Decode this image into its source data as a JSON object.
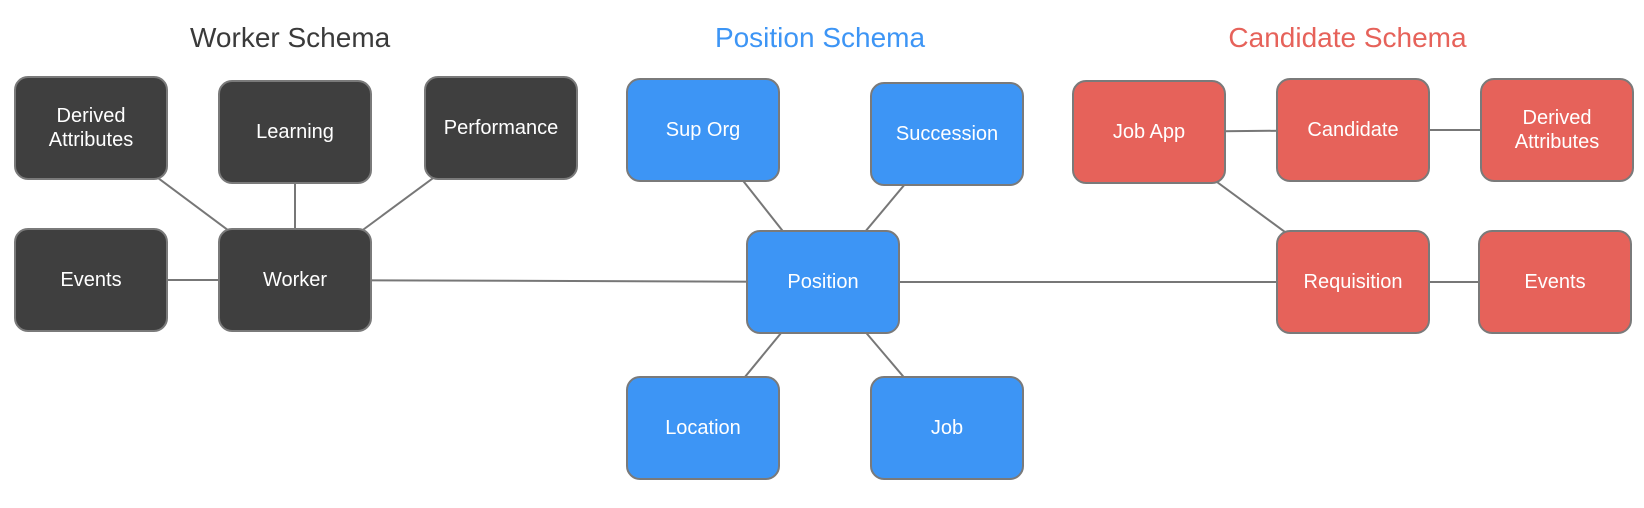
{
  "colors": {
    "worker": "#3f3f3f",
    "position": "#3d95f5",
    "candidate": "#e6625a",
    "edge": "#777777",
    "worker_title": "#3a3a3a",
    "position_title": "#3d95f5",
    "candidate_title": "#e6625a"
  },
  "schemas": {
    "worker": {
      "title": "Worker Schema"
    },
    "position": {
      "title": "Position Schema"
    },
    "candidate": {
      "title": "Candidate Schema"
    }
  },
  "nodes": {
    "worker_derived_attributes": "Derived\nAttributes",
    "learning": "Learning",
    "performance": "Performance",
    "worker_events": "Events",
    "worker": "Worker",
    "sup_org": "Sup Org",
    "succession": "Succession",
    "position": "Position",
    "location": "Location",
    "job": "Job",
    "job_app": "Job App",
    "candidate": "Candidate",
    "candidate_derived_attributes": "Derived\nAttributes",
    "requisition": "Requisition",
    "candidate_events": "Events"
  },
  "edges": [
    [
      "worker_derived_attributes",
      "worker"
    ],
    [
      "learning",
      "worker"
    ],
    [
      "performance",
      "worker"
    ],
    [
      "worker_events",
      "worker"
    ],
    [
      "worker",
      "position"
    ],
    [
      "sup_org",
      "position"
    ],
    [
      "succession",
      "position"
    ],
    [
      "location",
      "position"
    ],
    [
      "job",
      "position"
    ],
    [
      "position",
      "requisition"
    ],
    [
      "job_app",
      "candidate"
    ],
    [
      "candidate",
      "candidate_derived_attributes"
    ],
    [
      "job_app",
      "requisition"
    ],
    [
      "requisition",
      "candidate_events"
    ]
  ]
}
